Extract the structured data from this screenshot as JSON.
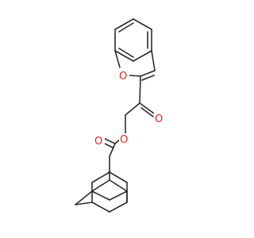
{
  "molecule": {
    "atoms": {
      "furan_oxygen": "O",
      "ketone_oxygen": "O",
      "ester_oxygen": "O",
      "carbonyl_oxygen": "O"
    }
  },
  "colors": {
    "bond": "#2b2b2b",
    "heteroatom": "#e0271b",
    "background": "#ffffff"
  }
}
